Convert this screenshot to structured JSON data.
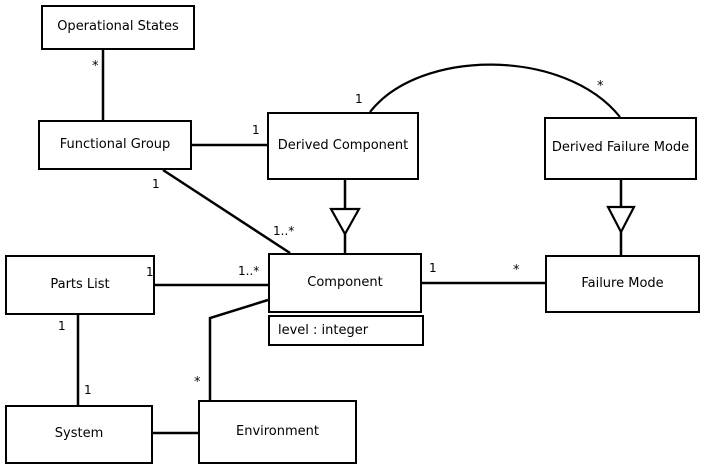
{
  "diagram": {
    "type": "uml-class-diagram",
    "title": "",
    "background_color": "#ffffff",
    "line_color": "#000000",
    "text_color": "#000000",
    "classes": [
      {
        "id": "operational-states",
        "name": "Operational States",
        "attributes": []
      },
      {
        "id": "functional-group",
        "name": "Functional Group",
        "attributes": []
      },
      {
        "id": "derived-component",
        "name": "Derived Component",
        "attributes": []
      },
      {
        "id": "derived-failure-mode",
        "name": "Derived Failure Mode",
        "attributes": []
      },
      {
        "id": "parts-list",
        "name": "Parts List",
        "attributes": []
      },
      {
        "id": "component",
        "name": "Component",
        "attributes": [
          "level : integer"
        ]
      },
      {
        "id": "failure-mode",
        "name": "Failure Mode",
        "attributes": []
      },
      {
        "id": "system",
        "name": "System",
        "attributes": []
      },
      {
        "id": "environment",
        "name": "Environment",
        "attributes": []
      }
    ],
    "relationships": [
      {
        "id": "operational-states--functional-group",
        "kind": "association",
        "from": "operational-states",
        "to": "functional-group",
        "from_multiplicity": "*",
        "to_multiplicity": ""
      },
      {
        "id": "functional-group--derived-component",
        "kind": "association",
        "from": "functional-group",
        "to": "derived-component",
        "from_multiplicity": "",
        "to_multiplicity": "1"
      },
      {
        "id": "derived-component--derived-failure-mode",
        "kind": "association-curved",
        "from": "derived-component",
        "to": "derived-failure-mode",
        "from_multiplicity": "1",
        "to_multiplicity": "*"
      },
      {
        "id": "derived-component--component",
        "kind": "generalization",
        "from": "derived-component",
        "to": "component",
        "from_multiplicity": "",
        "to_multiplicity": ""
      },
      {
        "id": "derived-failure-mode--failure-mode",
        "kind": "generalization",
        "from": "derived-failure-mode",
        "to": "failure-mode",
        "from_multiplicity": "",
        "to_multiplicity": ""
      },
      {
        "id": "functional-group--component",
        "kind": "association-diagonal",
        "from": "functional-group",
        "to": "component",
        "from_multiplicity": "1",
        "to_multiplicity": "1..*"
      },
      {
        "id": "parts-list--component",
        "kind": "association",
        "from": "parts-list",
        "to": "component",
        "from_multiplicity": "1",
        "to_multiplicity": "1..*"
      },
      {
        "id": "component--failure-mode",
        "kind": "association",
        "from": "component",
        "to": "failure-mode",
        "from_multiplicity": "1",
        "to_multiplicity": "*"
      },
      {
        "id": "parts-list--system",
        "kind": "association",
        "from": "parts-list",
        "to": "system",
        "from_multiplicity": "1",
        "to_multiplicity": "1"
      },
      {
        "id": "system--environment",
        "kind": "association",
        "from": "system",
        "to": "environment",
        "from_multiplicity": "",
        "to_multiplicity": ""
      },
      {
        "id": "environment--component",
        "kind": "association-polyline",
        "from": "environment",
        "to": "component",
        "from_multiplicity": "*",
        "to_multiplicity": ""
      }
    ],
    "multiplicity_labels": [
      {
        "id": "mult-op-states-star",
        "text": "*"
      },
      {
        "id": "mult-fg-dc-one",
        "text": "1"
      },
      {
        "id": "mult-arc-left-one",
        "text": "1"
      },
      {
        "id": "mult-arc-right-star",
        "text": "*"
      },
      {
        "id": "mult-fg-diag-one",
        "text": "1"
      },
      {
        "id": "mult-comp-diag-onestar",
        "text": "1..*"
      },
      {
        "id": "mult-parts-one",
        "text": "1"
      },
      {
        "id": "mult-comp-parts-onestar",
        "text": "1..*"
      },
      {
        "id": "mult-comp-fm-one",
        "text": "1"
      },
      {
        "id": "mult-fm-star",
        "text": "*"
      },
      {
        "id": "mult-parts-sys-one",
        "text": "1"
      },
      {
        "id": "mult-sys-parts-one",
        "text": "1"
      },
      {
        "id": "mult-env-star",
        "text": "*"
      }
    ]
  }
}
